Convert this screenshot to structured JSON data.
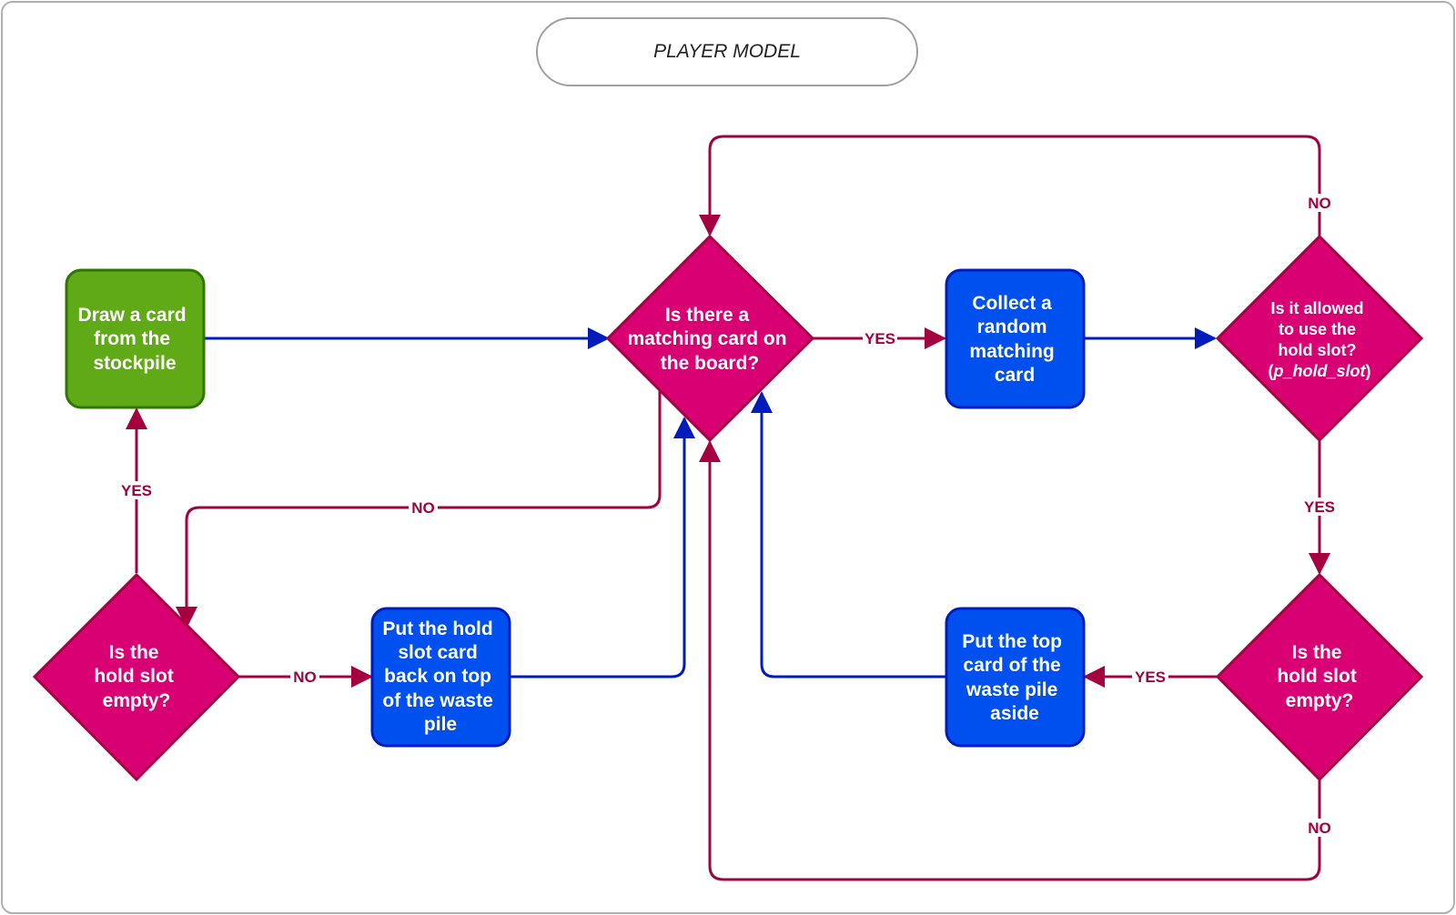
{
  "title": "PLAYER MODEL",
  "colors": {
    "green": "#60a917",
    "green_stroke": "#2d7600",
    "blue": "#0050ef",
    "blue_stroke": "#001dbc",
    "pink": "#d80073",
    "pink_stroke": "#a50040",
    "edge_red": "#a50040",
    "edge_blue": "#001dbc"
  },
  "nodes": {
    "draw": [
      "Draw a card",
      "from the",
      "stockpile"
    ],
    "match": [
      "Is there a",
      "matching card on",
      "the board?"
    ],
    "collect": [
      "Collect a",
      "random",
      "matching",
      "card"
    ],
    "allowed": [
      "Is it allowed",
      "to use the",
      "hold slot?"
    ],
    "allowed_param_open": "(",
    "allowed_param": "p_hold_slot",
    "allowed_param_close": ")",
    "hold_left": [
      "Is the",
      "hold slot",
      "empty?"
    ],
    "putback": [
      "Put the hold",
      "slot card",
      "back on top",
      "of the waste",
      "pile"
    ],
    "aside": [
      "Put the top",
      "card of the",
      "waste pile",
      "aside"
    ],
    "hold_right": [
      "Is the",
      "hold slot",
      "empty?"
    ]
  },
  "edges": {
    "yes_match_collect": "YES",
    "no_allowed_match": "NO",
    "yes_allowed_hold": "YES",
    "yes_hold_aside": "YES",
    "no_hold_match": "NO",
    "no_match_hold": "NO",
    "yes_hold_draw": "YES",
    "no_hold_putback": "NO"
  }
}
